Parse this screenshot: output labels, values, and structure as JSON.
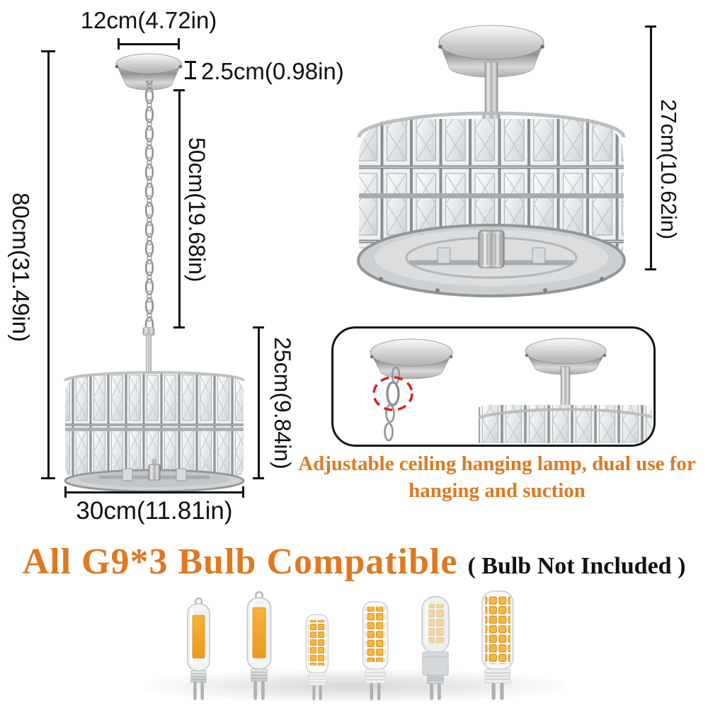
{
  "colors": {
    "accent_orange": "#DE7921",
    "dimension_black": "#111111",
    "alert_red": "#E11D1D",
    "chrome_gray": "#9AA0A3"
  },
  "pendant_diagram": {
    "canopy_width_label": "12cm(4.72in)",
    "canopy_height_label": "2.5cm(0.98in)",
    "chain_length_label": "50cm(19.68in)",
    "total_height_label": "80cm(31.49in)",
    "shade_height_label": "25cm(9.84in)",
    "shade_width_label": "30cm(11.81in)"
  },
  "flush_diagram": {
    "height_label": "27cm(10.62in)"
  },
  "dual_use_panel": {
    "caption_line1": "Adjustable ceiling hanging lamp, dual use for",
    "caption_line2": "hanging and suction"
  },
  "bulb_section": {
    "title": "All G9*3 Bulb Compatible",
    "note": "( Bulb Not Included )",
    "bulbs": [
      {
        "name": "g9-glass-led-bulb"
      },
      {
        "name": "g9-glass-led-bulb-tall"
      },
      {
        "name": "g9-smd-led-bulb-small"
      },
      {
        "name": "g9-smd-led-bulb"
      },
      {
        "name": "g9-frosted-led-bulb"
      },
      {
        "name": "g9-corn-led-bulb-large"
      }
    ]
  }
}
